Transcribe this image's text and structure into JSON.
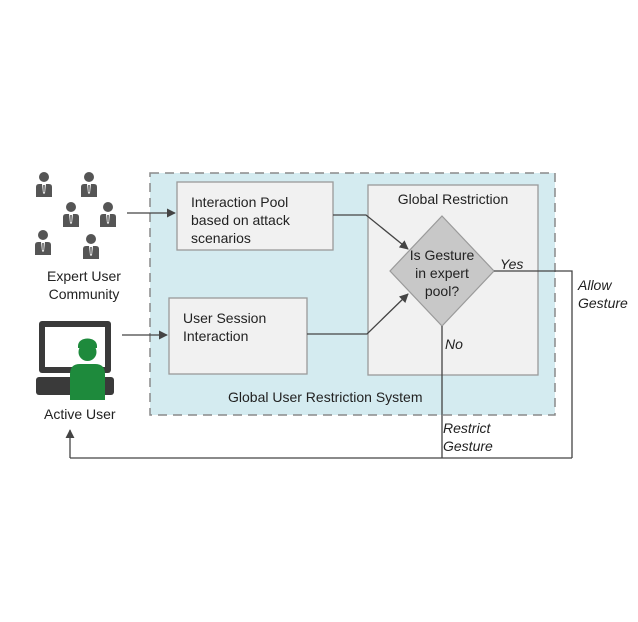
{
  "expert_community": {
    "label": "Expert User\nCommunity"
  },
  "active_user": {
    "label": "Active User"
  },
  "interaction_pool": {
    "label": "Interaction Pool\nbased on attack\nscenarios"
  },
  "user_session": {
    "label": "User Session\nInteraction"
  },
  "global_restriction": {
    "title": "Global Restriction"
  },
  "decision": {
    "label": "Is Gesture\nin expert\npool?"
  },
  "branches": {
    "yes": "Yes",
    "no": "No"
  },
  "outcomes": {
    "allow": "Allow\nGesture",
    "restrict": "Restrict\nGesture"
  },
  "system": {
    "label": "Global User Restriction System"
  },
  "colors": {
    "system_fill": "#d4ebf0",
    "box_fill": "#f1f1f1",
    "box_border": "#9a9a9a",
    "diamond_fill": "#c8c8c8",
    "person_dark": "#555555",
    "active_user_green": "#1e8a3c",
    "monitor_dark": "#3a3a3a",
    "line": "#444444"
  }
}
